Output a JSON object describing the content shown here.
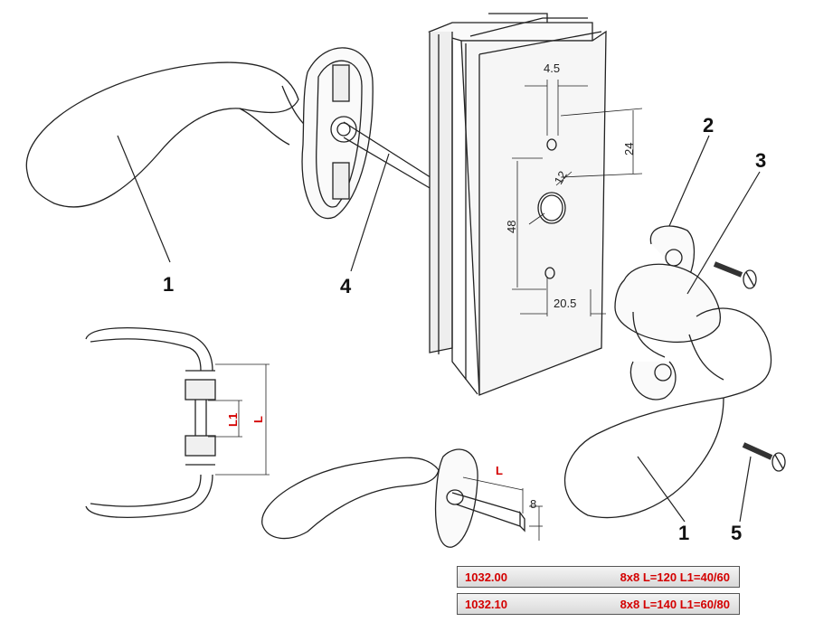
{
  "callouts": {
    "c1_left": "1",
    "c1_right": "1",
    "c2": "2",
    "c3": "3",
    "c4": "4",
    "c5": "5"
  },
  "dimensions": {
    "d4_5": "4.5",
    "d24": "24",
    "d12": "12",
    "d48": "48",
    "d20_5": "20.5",
    "L1": "L1",
    "L_front": "L",
    "L_spindle": "L",
    "d8": "8"
  },
  "specs": [
    {
      "code": "1032.00",
      "spec": "8x8  L=120  L1=40/60"
    },
    {
      "code": "1032.10",
      "spec": "8x8  L=140  L1=60/80"
    }
  ],
  "colors": {
    "line": "#222222",
    "accent": "#d40000",
    "panel": "#f2f2f2"
  }
}
